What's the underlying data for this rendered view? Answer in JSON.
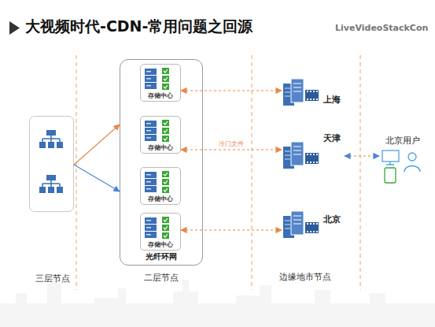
{
  "diagram": {
    "title": "大视频时代-CDN-常用问题之回源",
    "nodes": [
      {
        "text": [
          "三层节点"
        ]
      },
      {
        "text": [
          "光纤环网",
          "二层节点"
        ]
      },
      {
        "text": [
          "存储中心"
        ],
        "in": 1
      },
      {
        "text": [
          "存储中心"
        ],
        "in": 1
      },
      {
        "text": [
          "存储中心"
        ],
        "in": 1
      },
      {
        "text": [
          "存储中心"
        ],
        "in": 1
      },
      {
        "text": [
          "上海"
        ]
      },
      {
        "text": [
          "天津"
        ]
      },
      {
        "text": [
          "北京"
        ]
      },
      {
        "text": [
          "北京用户"
        ]
      }
    ],
    "edges": [
      {
        "from": 0,
        "to": 1,
        "arrow": "to"
      },
      {
        "from": 0,
        "to": 1,
        "arrow": "to"
      },
      {
        "from": 2,
        "to": 6,
        "arrow": "both"
      },
      {
        "from": 3,
        "to": 7,
        "label": "冷门文件",
        "arrow": "both"
      },
      {
        "from": 5,
        "to": 8,
        "arrow": "both"
      },
      {
        "from": 7,
        "to": 9,
        "arrow": "both"
      }
    ],
    "labels": [
      "边缘地市节点",
      "LiveVideoStackCon"
    ]
  }
}
